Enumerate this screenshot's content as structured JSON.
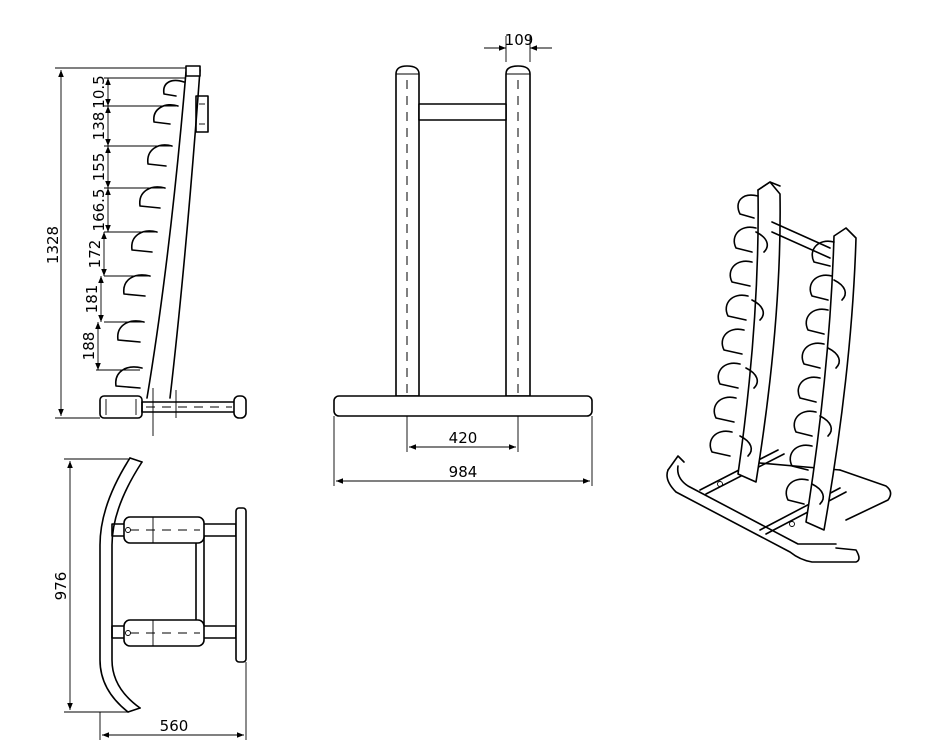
{
  "side_view": {
    "height_total": "1328",
    "spacings": [
      "10.5",
      "138",
      "155",
      "166.5",
      "172",
      "181",
      "188"
    ]
  },
  "top_view": {
    "length": "976",
    "width": "560"
  },
  "front_view": {
    "tube_width": "109",
    "upright_spacing": "420",
    "base_width": "984"
  }
}
